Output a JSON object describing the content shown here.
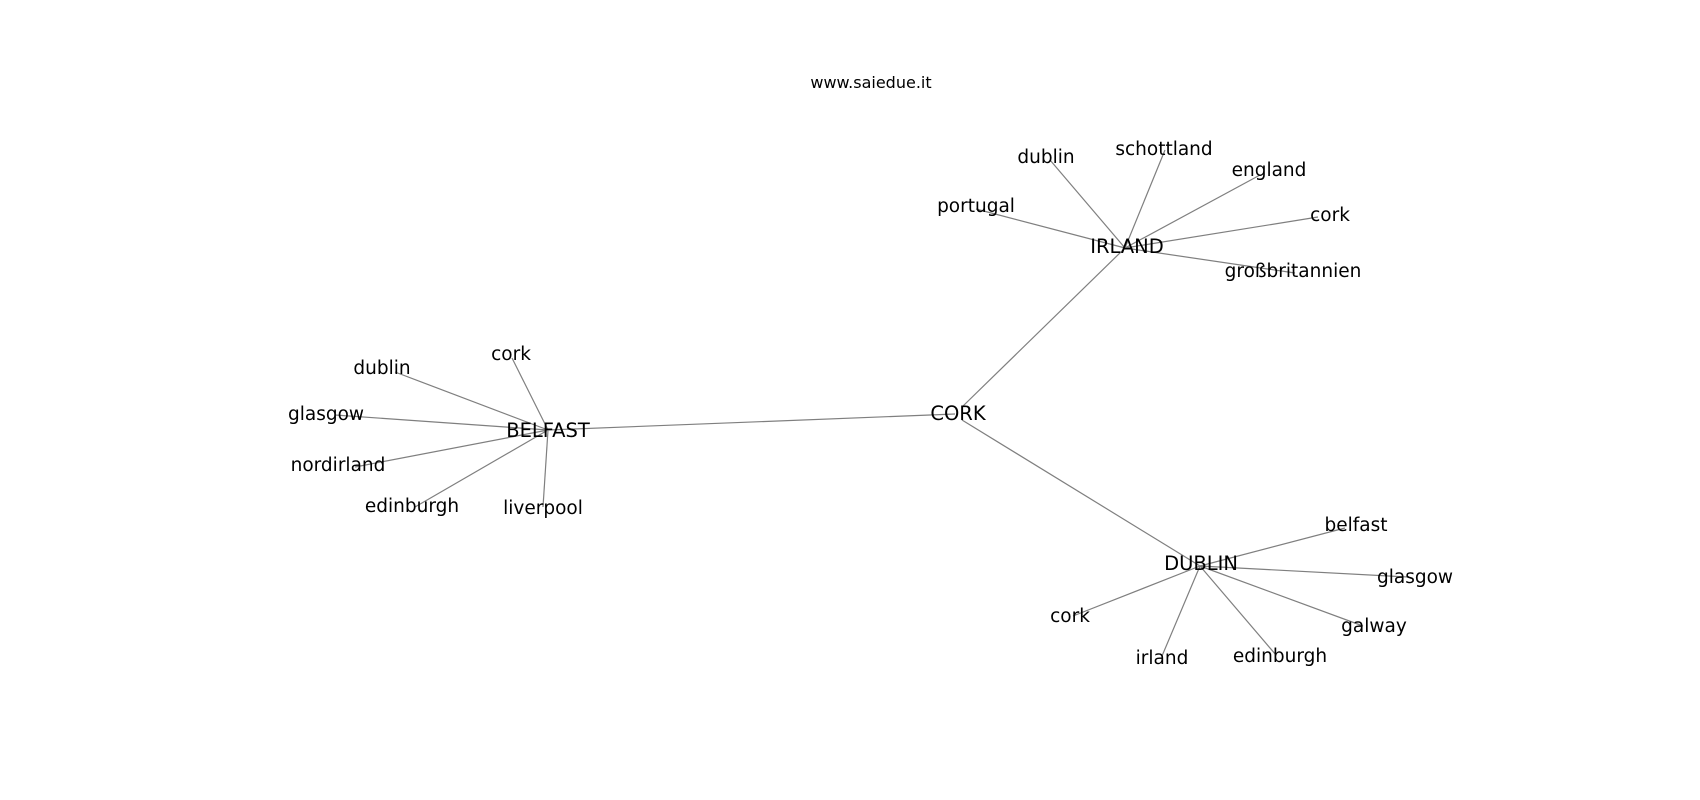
{
  "credit": "www.saiedue.it",
  "graph": {
    "center": "CORK",
    "hubs": [
      {
        "id": "BELFAST",
        "label": "BELFAST",
        "leaves": [
          "cork",
          "dublin",
          "glasgow",
          "nordirland",
          "edinburgh",
          "liverpool"
        ]
      },
      {
        "id": "IRLAND",
        "label": "IRLAND",
        "leaves": [
          "portugal",
          "dublin",
          "schottland",
          "england",
          "cork",
          "großbritannien"
        ]
      },
      {
        "id": "DUBLIN",
        "label": "DUBLIN",
        "leaves": [
          "belfast",
          "glasgow",
          "galway",
          "edinburgh",
          "irland",
          "cork"
        ]
      }
    ]
  }
}
